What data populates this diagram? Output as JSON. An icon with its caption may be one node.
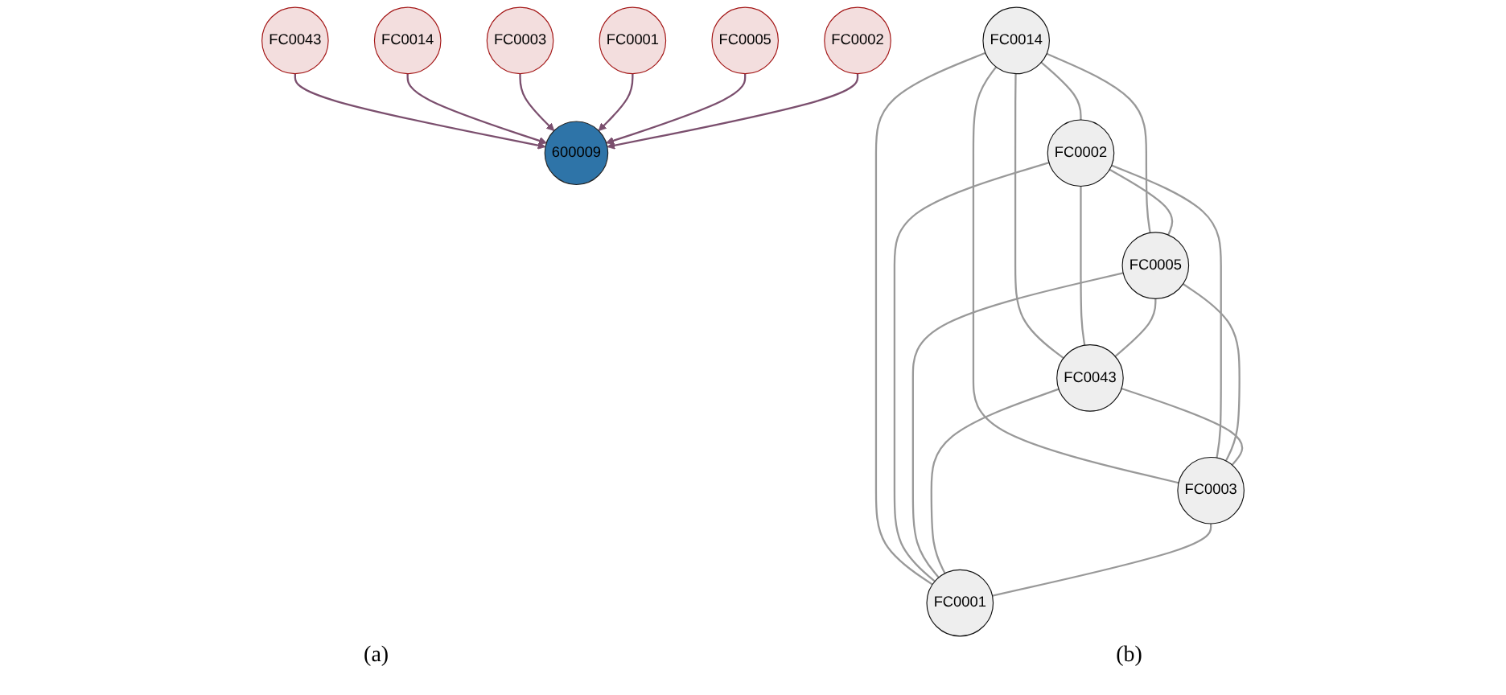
{
  "diagram": {
    "nodes": [
      {
        "text": [
          "600009"
        ]
      },
      {
        "text": [
          "FC0043"
        ]
      },
      {
        "text": [
          "FC0014"
        ]
      },
      {
        "text": [
          "FC0003"
        ]
      },
      {
        "text": [
          "FC0001"
        ]
      },
      {
        "text": [
          "FC0005"
        ]
      },
      {
        "text": [
          "FC0002"
        ]
      },
      {
        "text": [
          "FC0014"
        ]
      },
      {
        "text": [
          "FC0002"
        ]
      },
      {
        "text": [
          "FC0005"
        ]
      },
      {
        "text": [
          "FC0043"
        ]
      },
      {
        "text": [
          "FC0003"
        ]
      },
      {
        "text": [
          "FC0001"
        ]
      }
    ],
    "edges": [
      {
        "from": 1,
        "to": 0,
        "arrow": "to",
        "color": "#7b4f6e"
      },
      {
        "from": 2,
        "to": 0,
        "arrow": "to",
        "color": "#7b4f6e"
      },
      {
        "from": 3,
        "to": 0,
        "arrow": "to",
        "color": "#7b4f6e"
      },
      {
        "from": 4,
        "to": 0,
        "arrow": "to",
        "color": "#7b4f6e"
      },
      {
        "from": 5,
        "to": 0,
        "arrow": "to",
        "color": "#7b4f6e"
      },
      {
        "from": 6,
        "to": 0,
        "arrow": "to",
        "color": "#7b4f6e"
      },
      {
        "from": 7,
        "to": 8,
        "arrow": "none"
      },
      {
        "from": 7,
        "to": 9,
        "arrow": "none"
      },
      {
        "from": 7,
        "to": 10,
        "arrow": "none"
      },
      {
        "from": 7,
        "to": 11,
        "arrow": "none"
      },
      {
        "from": 7,
        "to": 12,
        "arrow": "none"
      },
      {
        "from": 8,
        "to": 9,
        "arrow": "none"
      },
      {
        "from": 8,
        "to": 10,
        "arrow": "none"
      },
      {
        "from": 8,
        "to": 11,
        "arrow": "none"
      },
      {
        "from": 8,
        "to": 12,
        "arrow": "none"
      },
      {
        "from": 9,
        "to": 10,
        "arrow": "none"
      },
      {
        "from": 9,
        "to": 11,
        "arrow": "none"
      },
      {
        "from": 9,
        "to": 12,
        "arrow": "none"
      },
      {
        "from": 10,
        "to": 11,
        "arrow": "none"
      },
      {
        "from": 10,
        "to": 12,
        "arrow": "none"
      },
      {
        "from": 11,
        "to": 12,
        "arrow": "none"
      }
    ],
    "labels": [
      "(a)",
      "(b)"
    ]
  }
}
